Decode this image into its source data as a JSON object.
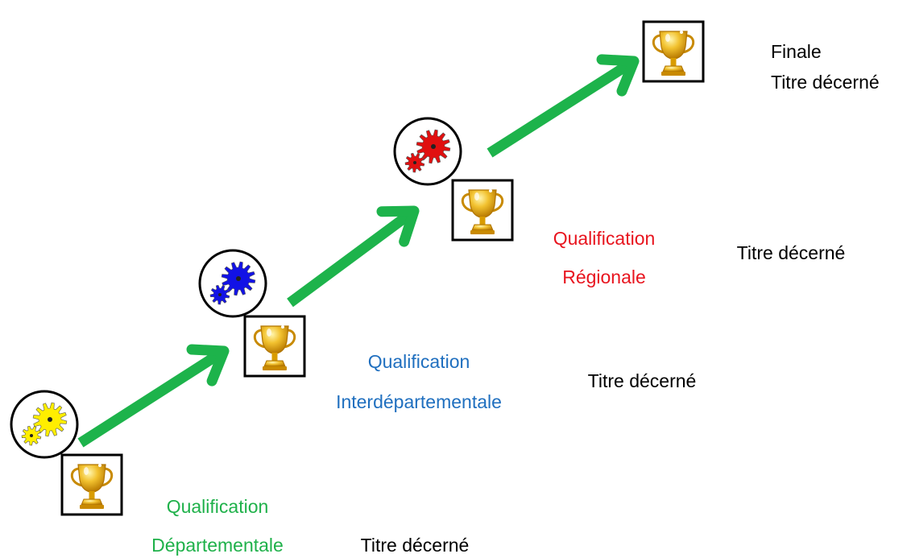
{
  "colors": {
    "arrow": "#1db34b",
    "departementale": "#1fb14a",
    "interdepartementale": "#1f6fbf",
    "regionale": "#e8141e",
    "title_text": "#000000",
    "gear_yellow": "#ffee00",
    "gear_blue": "#1212e6",
    "gear_red": "#e01010",
    "trophy_gold": "#e6a800"
  },
  "icons": {
    "trophy": "trophy-icon",
    "gears": "gears-icon",
    "arrow": "arrow-icon"
  },
  "stages": [
    {
      "qualification": "Qualification",
      "level": "Départementale",
      "title": "Titre décerné"
    },
    {
      "qualification": "Qualification",
      "level": "Interdépartementale",
      "title": "Titre décerné"
    },
    {
      "qualification": "Qualification",
      "level": "Régionale",
      "title": "Titre décerné"
    }
  ],
  "final": {
    "label": "Finale",
    "title": "Titre décerné"
  }
}
